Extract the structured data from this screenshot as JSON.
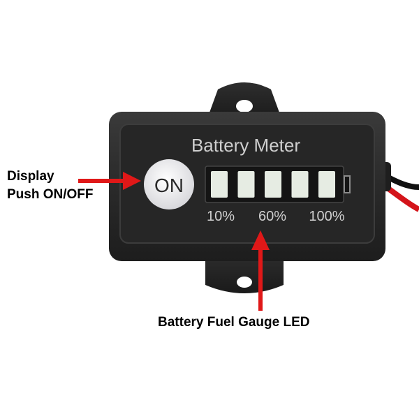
{
  "device": {
    "title": "Battery Meter",
    "button_label": "ON",
    "scale_labels": [
      "10%",
      "60%",
      "100%"
    ],
    "led_segments": 5,
    "lit_fraction": 1.0,
    "colors": {
      "body": "#2b2b2b",
      "panel": "#1c1c1c",
      "segment": "#e6ece3",
      "button": "#e9e9ec",
      "arrow": "#e01818",
      "wire_red": "#d4141a",
      "wire_black": "#111111"
    }
  },
  "annotations": {
    "display_line1": "Display",
    "display_line2": "Push ON/OFF",
    "gauge": "Battery Fuel Gauge LED"
  }
}
